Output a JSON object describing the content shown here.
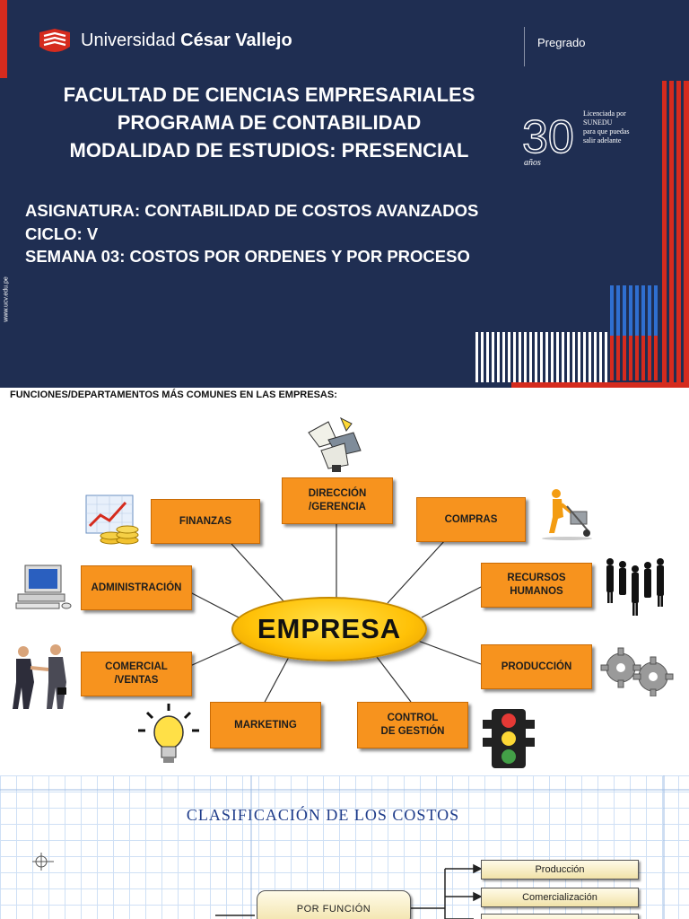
{
  "slide1": {
    "university_name_regular": "Universidad ",
    "university_name_bold": "César Vallejo",
    "pregrado": "Pregrado",
    "faculty_lines": [
      "FACULTAD DE CIENCIAS EMPRESARIALES",
      "PROGRAMA DE CONTABILIDAD",
      "MODALIDAD DE ESTUDIOS: PRESENCIAL"
    ],
    "course_lines": [
      "ASIGNATURA: CONTABILIDAD DE COSTOS AVANZADOS",
      "CICLO: V",
      "SEMANA 03: COSTOS POR ORDENES Y POR PROCESO"
    ],
    "anniversary_number": "30",
    "anniversary_word": "años",
    "license_lines": [
      "Licenciada por",
      "SUNEDU",
      "para que puedas",
      "salir adelante"
    ],
    "website": "www.ucv.edu.pe",
    "colors": {
      "navy": "#1f2e52",
      "red": "#d52b1e"
    }
  },
  "slide2": {
    "caption": "FUNCIONES/DEPARTAMENTOS MÁS COMUNES EN LAS EMPRESAS:",
    "center": "EMPRESA",
    "departments": {
      "direccion": "DIRECCIÓN\n/GERENCIA",
      "finanzas": "FINANZAS",
      "compras": "COMPRAS",
      "administracion": "ADMINISTRACIÓN",
      "rrhh": "RECURSOS\nHUMANOS",
      "comercial": "COMERCIAL\n/VENTAS",
      "produccion": "PRODUCCIÓN",
      "marketing": "MARKETING",
      "control": "CONTROL\nDE GESTIÓN"
    },
    "colors": {
      "box": "#f7931e",
      "center": "#ffc107"
    }
  },
  "slide3": {
    "title": "CLASIFICACIÓN DE LOS COSTOS",
    "root": "POR FUNCIÓN",
    "branches": [
      "Producción",
      "Comercialización"
    ]
  }
}
